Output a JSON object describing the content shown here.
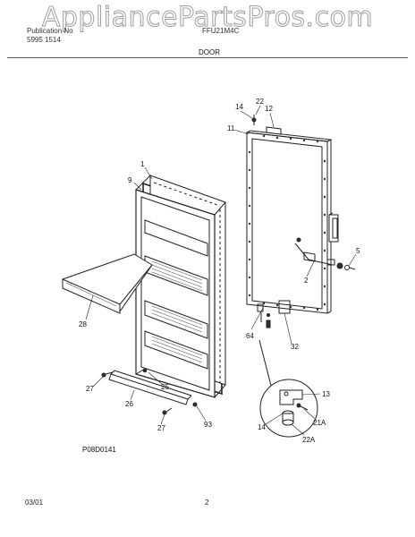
{
  "watermark": "AppliancePartsPros.com",
  "header": {
    "publication_label": "Publication No",
    "publication_number": "5995 1514",
    "model": "FFU21M4C",
    "section": "DOOR"
  },
  "callouts": {
    "c1": "1",
    "c9": "9",
    "c11": "11",
    "c12": "12",
    "c14a": "14",
    "c22": "22",
    "c5": "5",
    "c2": "2",
    "c64": "64",
    "c32": "32",
    "c28": "28",
    "c27a": "27",
    "c25": "25",
    "c26": "26",
    "c27b": "27",
    "c93": "93",
    "c13": "13",
    "c21a": "21A",
    "c14b": "14",
    "c22a": "22A"
  },
  "figure_id": "P08D0141",
  "footer": {
    "date": "03/01",
    "page": "2"
  }
}
